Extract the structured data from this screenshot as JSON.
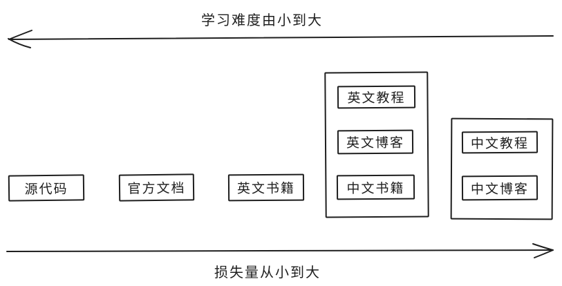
{
  "colors": {
    "stroke": "#1e1e1e",
    "background": "#ffffff",
    "text": "#1e1e1e"
  },
  "axes": {
    "top": {
      "label": "学习难度由小到大",
      "direction": "left"
    },
    "bottom": {
      "label": "损失量从小到大",
      "direction": "right"
    }
  },
  "nodes": {
    "source_code": {
      "label": "源代码"
    },
    "official_docs": {
      "label": "官方文档"
    },
    "english_books": {
      "label": "英文书籍"
    },
    "english_tutorial": {
      "label": "英文教程"
    },
    "english_blog": {
      "label": "英文博客"
    },
    "chinese_books": {
      "label": "中文书籍"
    },
    "chinese_tutorial": {
      "label": "中文教程"
    },
    "chinese_blog": {
      "label": "中文博客"
    }
  },
  "groups": {
    "group_a": {
      "members": [
        "english_tutorial",
        "english_blog",
        "chinese_books"
      ]
    },
    "group_b": {
      "members": [
        "chinese_tutorial",
        "chinese_blog"
      ]
    }
  }
}
